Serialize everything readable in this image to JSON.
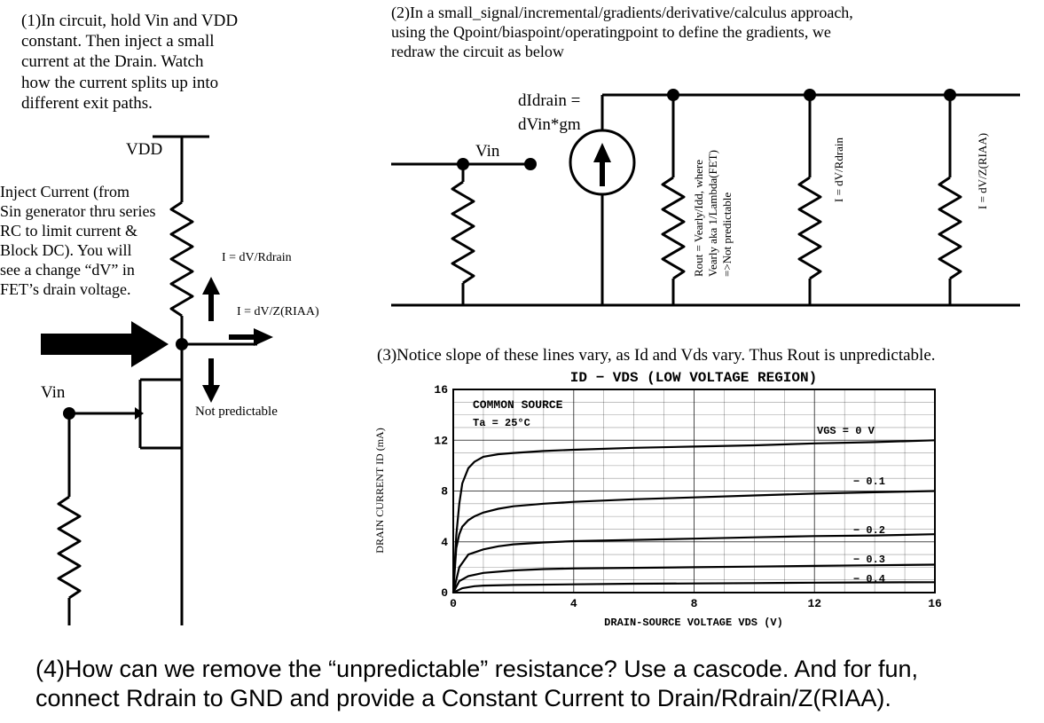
{
  "notes": {
    "step1": "(1)In circuit, hold Vin and VDD\nconstant. Then inject a small\ncurrent at the Drain. Watch\nhow the current splits up into\ndifferent exit paths.",
    "step2": "(2)In a small_signal/incremental/gradients/derivative/calculus approach,\nusing the Qpoint/biaspoint/operatingpoint to define the gradients, we\nredraw the circuit as below",
    "step3": "(3)Notice slope of these lines vary, as Id and Vds vary.  Thus Rout is unpredictable.",
    "step4": "(4)How can we remove the “unpredictable” resistance? Use a cascode. And for fun,\n  connect Rdrain to GND and provide a Constant Current to Drain/Rdrain/Z(RIAA)."
  },
  "left_circuit": {
    "vdd": "VDD",
    "vin": "Vin",
    "inject": "Inject Current (from\nSin generator thru series\nRC to limit current &\nBlock DC). You will\nsee a change “dV” in\nFET’s drain voltage.",
    "i_rdrain": "I = dV/Rdrain",
    "i_riaa": "I = dV/Z(RIAA)",
    "not_predictable": "Not predictable"
  },
  "small_signal": {
    "source_label_1": "dIdrain =",
    "source_label_2": "dVin*gm",
    "vin": "Vin",
    "rout_1": "Rout = Vearly/Idd, where",
    "rout_2": "Vearly aka 1/Lambda(FET)",
    "rout_3": "=>Not predictable",
    "i_rdrain": "I = dV/Rdrain",
    "i_riaa": "I = dV/Z(RIAA)"
  },
  "chart_data": {
    "type": "line",
    "title": "ID − VDS    (LOW VOLTAGE REGION)",
    "annotation_1": "COMMON SOURCE",
    "annotation_2": "Ta = 25°C",
    "xlabel": "DRAIN-SOURCE VOLTAGE   VDS   (V)",
    "ylabel": "DRAIN CURRENT  ID  (mA)",
    "xlim": [
      0,
      16
    ],
    "ylim": [
      0,
      16
    ],
    "xticks": [
      "0",
      "4",
      "8",
      "12",
      "16"
    ],
    "yticks": [
      "0",
      "4",
      "8",
      "12",
      "16"
    ],
    "grid": true,
    "series": [
      {
        "name": "VGS = 0 V",
        "x": [
          0,
          0.1,
          0.2,
          0.3,
          0.5,
          0.7,
          1,
          1.5,
          2,
          3,
          4,
          6,
          8,
          10,
          12,
          14,
          16
        ],
        "y": [
          0,
          4.5,
          7,
          8.6,
          9.8,
          10.3,
          10.7,
          10.9,
          11.0,
          11.15,
          11.25,
          11.4,
          11.5,
          11.6,
          11.75,
          11.85,
          12.0
        ]
      },
      {
        "name": "− 0.1",
        "x": [
          0,
          0.1,
          0.2,
          0.3,
          0.5,
          0.7,
          1,
          1.5,
          2,
          3,
          4,
          6,
          8,
          10,
          12,
          14,
          16
        ],
        "y": [
          0,
          3.5,
          4.6,
          5.2,
          5.7,
          6.0,
          6.3,
          6.6,
          6.8,
          7.0,
          7.15,
          7.35,
          7.5,
          7.65,
          7.8,
          7.9,
          8.0
        ]
      },
      {
        "name": "− 0.2",
        "x": [
          0,
          0.2,
          0.5,
          1,
          1.5,
          2,
          3,
          4,
          6,
          8,
          10,
          12,
          14,
          16
        ],
        "y": [
          0,
          2.0,
          3.0,
          3.4,
          3.65,
          3.8,
          3.95,
          4.05,
          4.15,
          4.25,
          4.35,
          4.45,
          4.5,
          4.6
        ]
      },
      {
        "name": "− 0.3",
        "x": [
          0,
          0.2,
          0.5,
          1,
          2,
          3,
          4,
          6,
          8,
          10,
          12,
          14,
          16
        ],
        "y": [
          0,
          0.9,
          1.3,
          1.55,
          1.75,
          1.85,
          1.9,
          1.95,
          2.0,
          2.05,
          2.1,
          2.15,
          2.2
        ]
      },
      {
        "name": "− 0.4",
        "x": [
          0,
          0.3,
          0.7,
          1,
          2,
          4,
          6,
          8,
          10,
          12,
          14,
          16
        ],
        "y": [
          0,
          0.35,
          0.5,
          0.55,
          0.6,
          0.65,
          0.7,
          0.72,
          0.75,
          0.78,
          0.8,
          0.82
        ]
      }
    ]
  }
}
